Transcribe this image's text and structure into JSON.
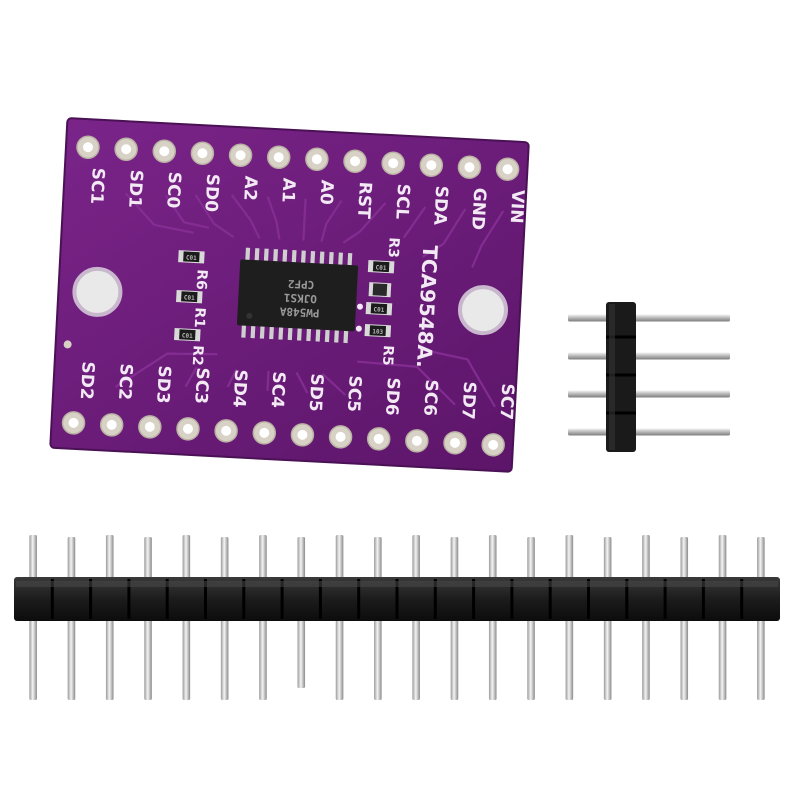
{
  "board": {
    "chip_part": "TCA9548A.",
    "chip_marking": [
      "PW548A",
      "OJKS1",
      "CPF2"
    ],
    "top_labels": [
      "SC1",
      "SD1",
      "SC0",
      "SD0",
      "A2",
      "A1",
      "A0",
      "RST",
      "SCL",
      "SDA",
      "GND",
      "VIN"
    ],
    "bottom_labels": [
      "SD2",
      "SC2",
      "SD3",
      "SC3",
      "SD4",
      "SC4",
      "SD5",
      "SC5",
      "SD6",
      "SC6",
      "SD7",
      "SC7"
    ],
    "left_resistors": [
      "R6",
      "R1",
      "R2"
    ],
    "right_resistors": [
      "R3",
      "R5"
    ],
    "smd_code_a": "C01",
    "smd_code_b": "103",
    "colors": {
      "pcb": "#6a1a7a",
      "pcb_edge": "#571463",
      "silkscreen": "#f2e9f5",
      "pad": "#d8d2c6",
      "header_plastic": "#1c1c1c",
      "pin_metal": "#c9c9c9"
    }
  },
  "headers": [
    {
      "name": "4-pin header",
      "pin_count": 4
    },
    {
      "name": "20-pin header",
      "pin_count": 20
    }
  ]
}
